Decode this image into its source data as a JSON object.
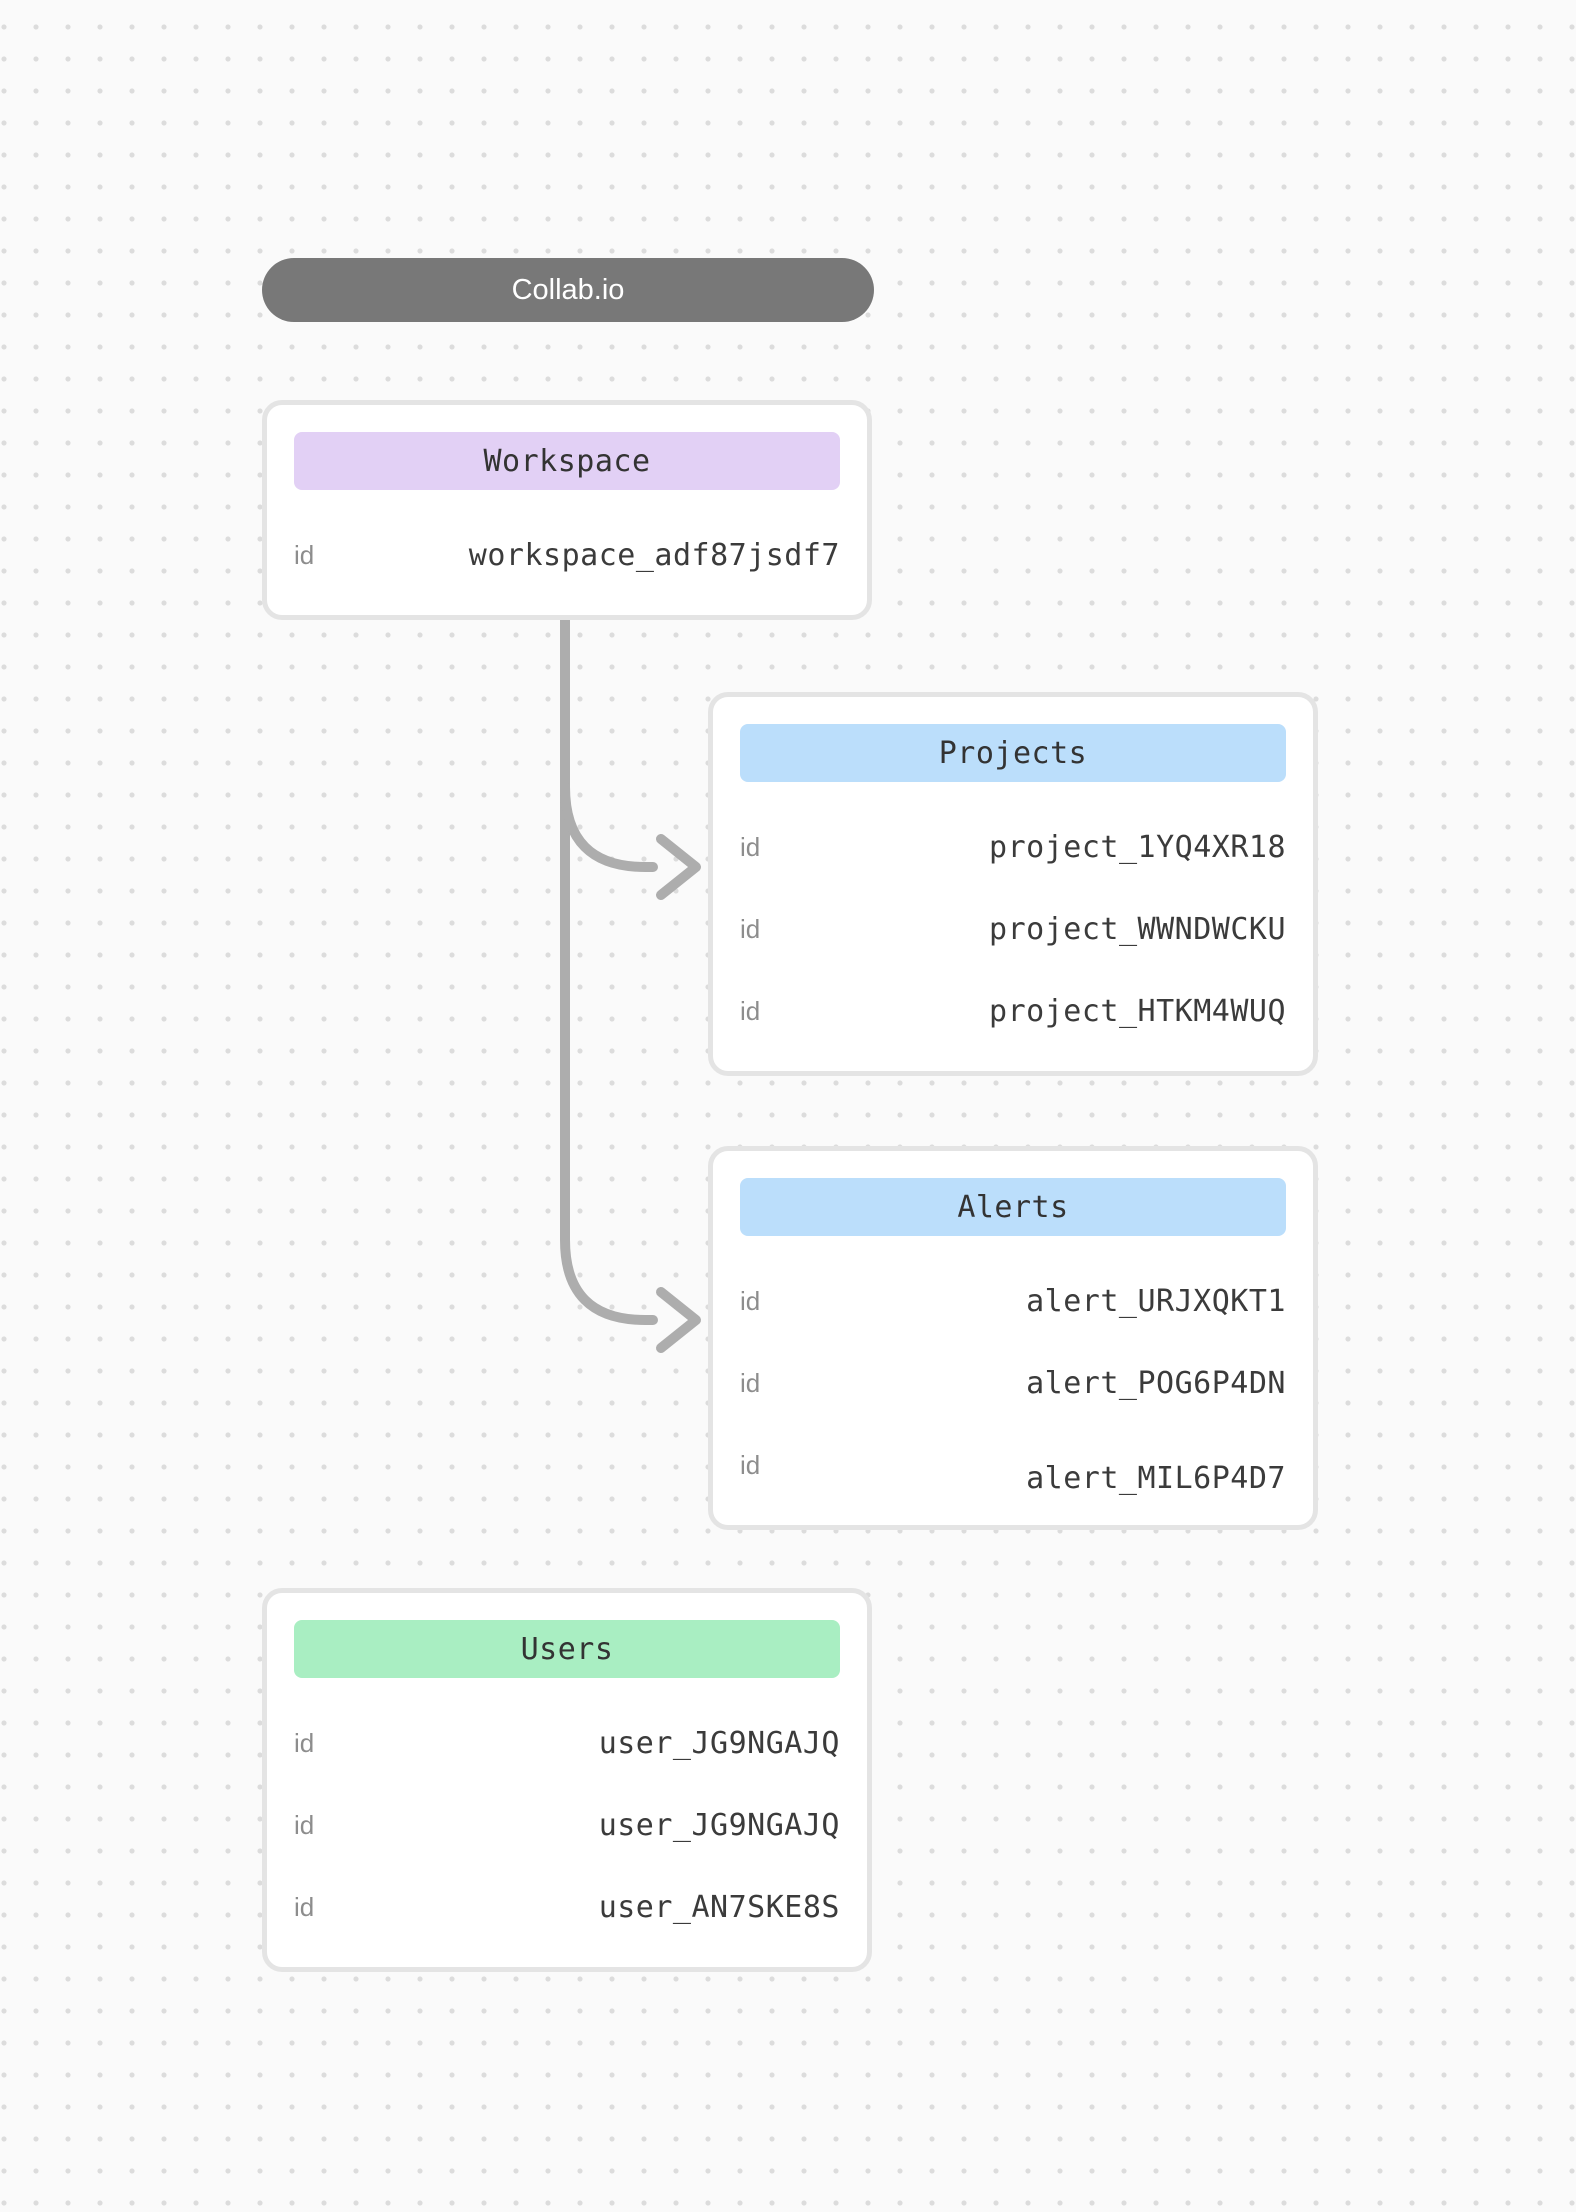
{
  "app": {
    "title": "Collab.io"
  },
  "colors": {
    "pill_background": "#787878",
    "workspace_header": "#e2d0f5",
    "projects_header": "#bbdefb",
    "alerts_header": "#bbdefb",
    "users_header": "#a9eec2",
    "connector": "#adadad",
    "card_border": "#e4e4e4"
  },
  "entities": [
    {
      "title": "Workspace",
      "rows": [
        {
          "label": "id",
          "value": "workspace_adf87jsdf7"
        }
      ]
    },
    {
      "title": "Projects",
      "rows": [
        {
          "label": "id",
          "value": "project_1YQ4XR18"
        },
        {
          "label": "id",
          "value": "project_WWNDWCKU"
        },
        {
          "label": "id",
          "value": "project_HTKM4WUQ"
        }
      ]
    },
    {
      "title": "Alerts",
      "rows": [
        {
          "label": "id",
          "value": "alert_URJXQKT1"
        },
        {
          "label": "id",
          "value": "alert_POG6P4DN"
        },
        {
          "label": "id",
          "value": "alert_MIL6P4D7"
        }
      ]
    },
    {
      "title": "Users",
      "rows": [
        {
          "label": "id",
          "value": "user_JG9NGAJQ"
        },
        {
          "label": "id",
          "value": "user_JG9NGAJQ"
        },
        {
          "label": "id",
          "value": "user_AN7SKE8S"
        }
      ]
    }
  ],
  "connections": [
    {
      "from": "Workspace",
      "to": "Projects"
    },
    {
      "from": "Workspace",
      "to": "Alerts"
    }
  ]
}
